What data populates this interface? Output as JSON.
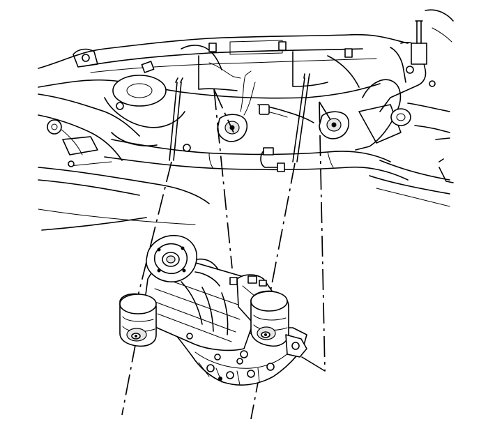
{
  "figure": {
    "type": "exploded-installation-illustration",
    "components": {
      "frame": "rear-subframe",
      "unit": "rear-drive-module",
      "mounts": [
        "left-mount-bushing",
        "right-mount-bushing"
      ],
      "bolts": [
        "left-mount-bolt",
        "right-mount-bolt"
      ],
      "studs": [
        "left-stud",
        "right-stud"
      ]
    },
    "alignment_line_style": "dash-dot",
    "colors": {
      "ink": "#000000",
      "paper": "#ffffff",
      "shade": "#e6e6e6"
    }
  }
}
